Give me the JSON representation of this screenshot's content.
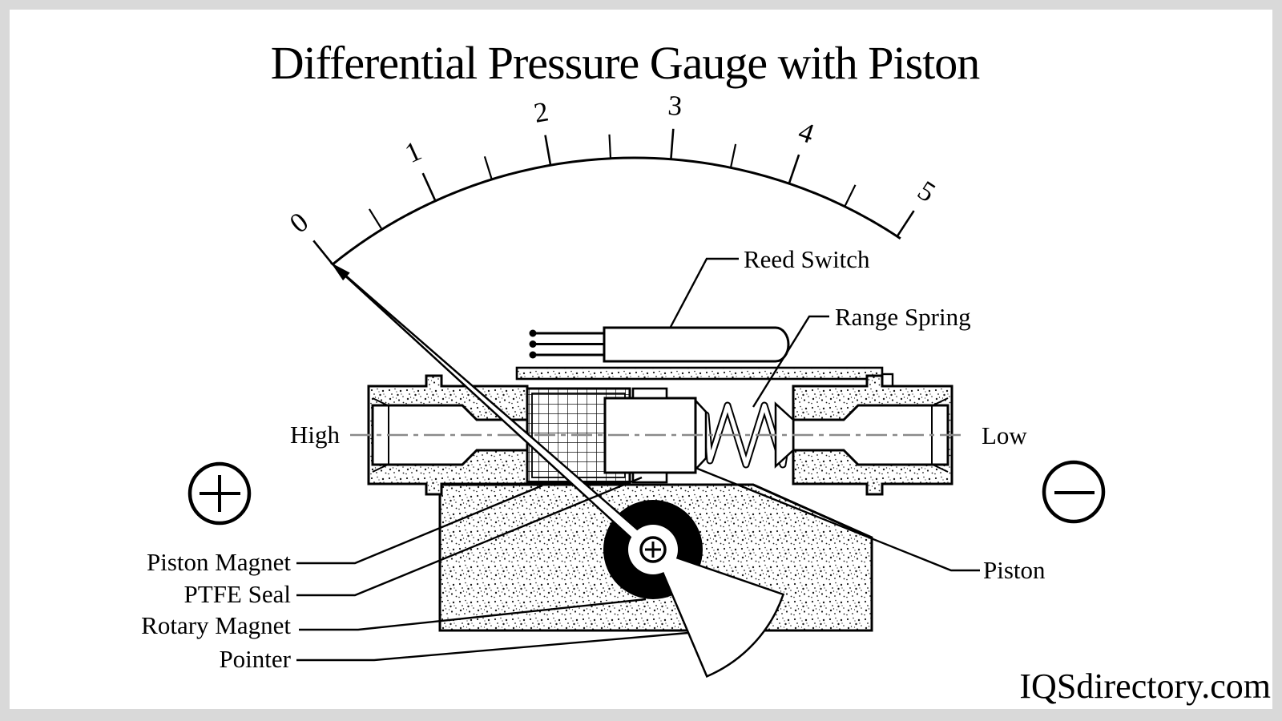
{
  "title": "Differential Pressure Gauge with Piston",
  "watermark": "IQSdirectory.com",
  "scale": {
    "min": 0,
    "max": 5,
    "pointer_position": 0,
    "unit_labels": [
      "0",
      "1",
      "2",
      "3",
      "4",
      "5"
    ]
  },
  "part_labels": {
    "reed_switch": "Reed Switch",
    "range_spring": "Range Spring",
    "high_port": "High",
    "low_port": "Low",
    "piston_magnet": "Piston Magnet",
    "ptfe_seal": "PTFE Seal",
    "rotary_magnet": "Rotary Magnet",
    "pointer": "Pointer",
    "piston": "Piston"
  },
  "symbols": {
    "high_side": "+",
    "low_side": "−"
  },
  "colors": {
    "line": "#000000",
    "centerline": "#8a8a8a",
    "canvas": "#ffffff",
    "frame": "#d9d9d9"
  }
}
